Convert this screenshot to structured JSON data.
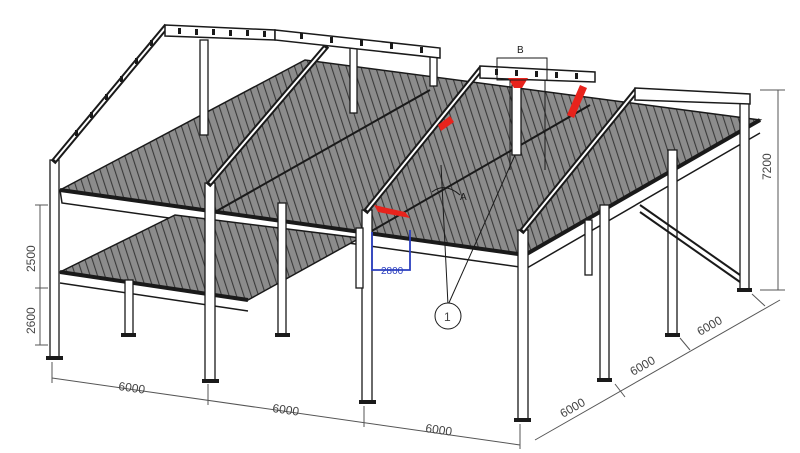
{
  "diagram": {
    "dimensions": {
      "bottom_left_1": "6000",
      "bottom_left_2": "6000",
      "bottom_left_3": "6000",
      "right_1": "6000",
      "right_2": "6000",
      "right_3": "6000",
      "height_total": "7200",
      "height_upper": "2500",
      "height_lower": "2600",
      "detail_dim": "2800"
    },
    "labels": {
      "detail_b": "B",
      "detail_a": "A",
      "balloon": "1"
    },
    "colors": {
      "line": "#1a1a1a",
      "dimension": "#555555",
      "highlight_red": "#e8231c",
      "highlight_blue": "#2b3fbf",
      "grating": "#7a7a7a"
    }
  }
}
